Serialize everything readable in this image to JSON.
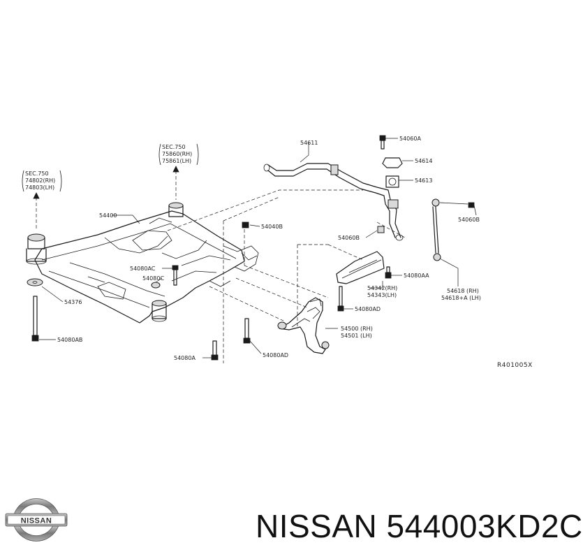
{
  "labels": {
    "sec_rear_top": "SEC.750",
    "sec_rear_rh": "74802(RH)",
    "sec_rear_lh": "74803(LH)",
    "sec_front_top": "SEC.750",
    "sec_front_rh": "75860(RH)",
    "sec_front_lh": "75861(LH)",
    "p54400": "54400",
    "p54376": "54376",
    "p54080AB": "54080AB",
    "p54080AC": "54080AC",
    "p54080C": "54080C",
    "p54080A": "54080A",
    "p54080AD_bottom": "54080AD",
    "p54040B": "54040B",
    "p54611": "54611",
    "p54060A": "54060A",
    "p54614": "54614",
    "p54613": "54613",
    "p54060B_right": "54060B",
    "p54060B_left": "54060B",
    "p54080AA": "54080AA",
    "p54342": "54342(RH)",
    "p54343": "54343(LH)",
    "p54080AD_right": "54080AD",
    "p54500": "54500 (RH)",
    "p54501": "54501 (LH)",
    "p54618_rh": "54618 (RH)",
    "p54618_lh": "54618+A (LH)",
    "ref_code": "R401005X"
  },
  "footer": {
    "brand_logo_text": "NISSAN",
    "part_number": "NISSAN 544003KD2C"
  },
  "colors": {
    "line": "#1a1a1a",
    "logo_grey": "#8a8a8a"
  }
}
